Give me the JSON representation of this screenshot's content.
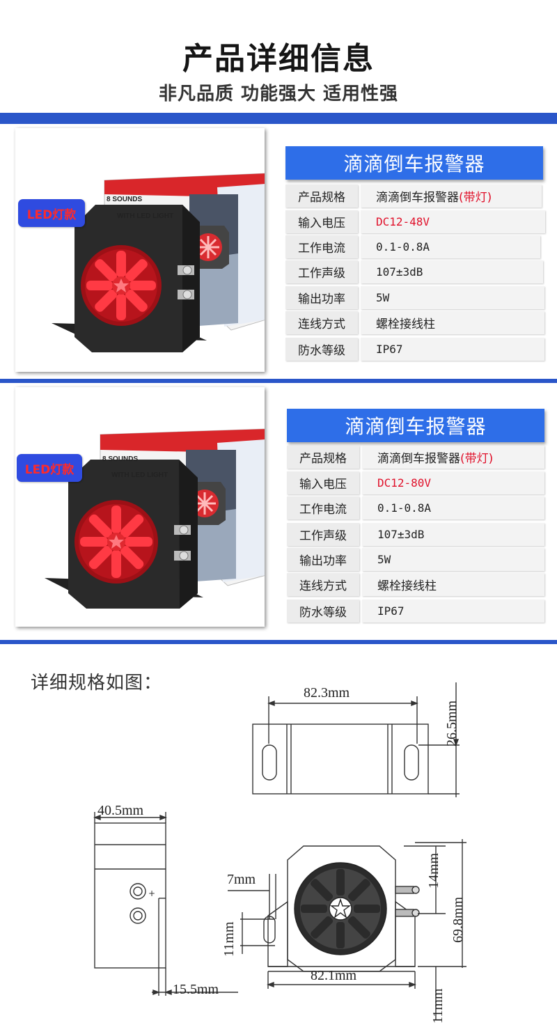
{
  "header": {
    "title": "产品详细信息",
    "subtitle": "非凡品质  功能强大  适用性强"
  },
  "products": [
    {
      "badge": "LED灯款",
      "box_text_1": "8 SOUNDS",
      "box_text_2": "WITH LED LIGHT",
      "box_text_3": "8 SOUNDS",
      "box_text_4": "WITH LED LIGHT",
      "table_title": "滴滴倒车报警器",
      "rows": [
        {
          "label": "产品规格",
          "value": "滴滴倒车报警器",
          "value_red": "(带灯)"
        },
        {
          "label": "输入电压",
          "value": "",
          "value_red": "DC12-48V"
        },
        {
          "label": "工作电流",
          "value": "0.1-0.8A",
          "value_red": ""
        },
        {
          "label": "工作声级",
          "value": "107±3dB",
          "value_red": ""
        },
        {
          "label": "输出功率",
          "value": "5W",
          "value_red": ""
        },
        {
          "label": "连线方式",
          "value": "螺栓接线柱",
          "value_red": ""
        },
        {
          "label": "防水等级",
          "value": "IP67",
          "value_red": ""
        }
      ]
    },
    {
      "badge": "LED灯款",
      "box_text_1": "8 SOUNDS",
      "box_text_2": "WITH LED LIGHT",
      "box_text_3": "8 SOUNDS",
      "box_text_4": "WITH LED LIGHT",
      "table_title": "滴滴倒车报警器",
      "rows": [
        {
          "label": "产品规格",
          "value": "滴滴倒车报警器",
          "value_red": "(带灯)"
        },
        {
          "label": "输入电压",
          "value": "",
          "value_red": "DC12-80V"
        },
        {
          "label": "工作电流",
          "value": "0.1-0.8A",
          "value_red": ""
        },
        {
          "label": "工作声级",
          "value": "107±3dB",
          "value_red": ""
        },
        {
          "label": "输出功率",
          "value": "5W",
          "value_red": ""
        },
        {
          "label": "连线方式",
          "value": "螺栓接线柱",
          "value_red": ""
        },
        {
          "label": "防水等级",
          "value": "IP67",
          "value_red": ""
        }
      ]
    }
  ],
  "drawing": {
    "title": "详细规格如图：",
    "dims": {
      "top_width": "82.3mm",
      "top_height": "26.5mm",
      "side_width": "40.5mm",
      "side_offset": "15.5mm",
      "front_slot": "7mm",
      "front_slot_h": "11mm",
      "front_terminal": "14mm",
      "front_height": "69.8mm",
      "front_width": "82.1mm",
      "front_foot": "11mm"
    }
  },
  "colors": {
    "accent_blue": "#2a56c9",
    "table_head_blue": "#2e6ee8",
    "red_text": "#e0102a",
    "led_red": "#e8202c"
  }
}
